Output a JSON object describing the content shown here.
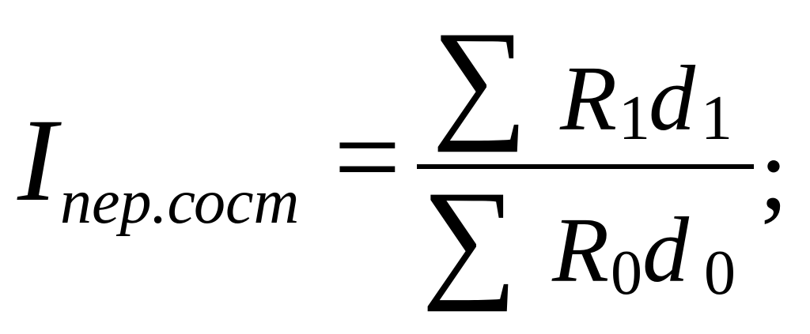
{
  "formula": {
    "lhs_symbol": "I",
    "lhs_subscript": "пер.сост",
    "equals": "=",
    "numerator": {
      "sum": "∑",
      "var1": "R",
      "var1_sub": "1",
      "var2": "d",
      "var2_sub": "1"
    },
    "denominator": {
      "sum": "∑",
      "var1": "R",
      "var1_sub": "0",
      "var2": "d",
      "var2_sub": "0"
    },
    "terminator": ";"
  }
}
